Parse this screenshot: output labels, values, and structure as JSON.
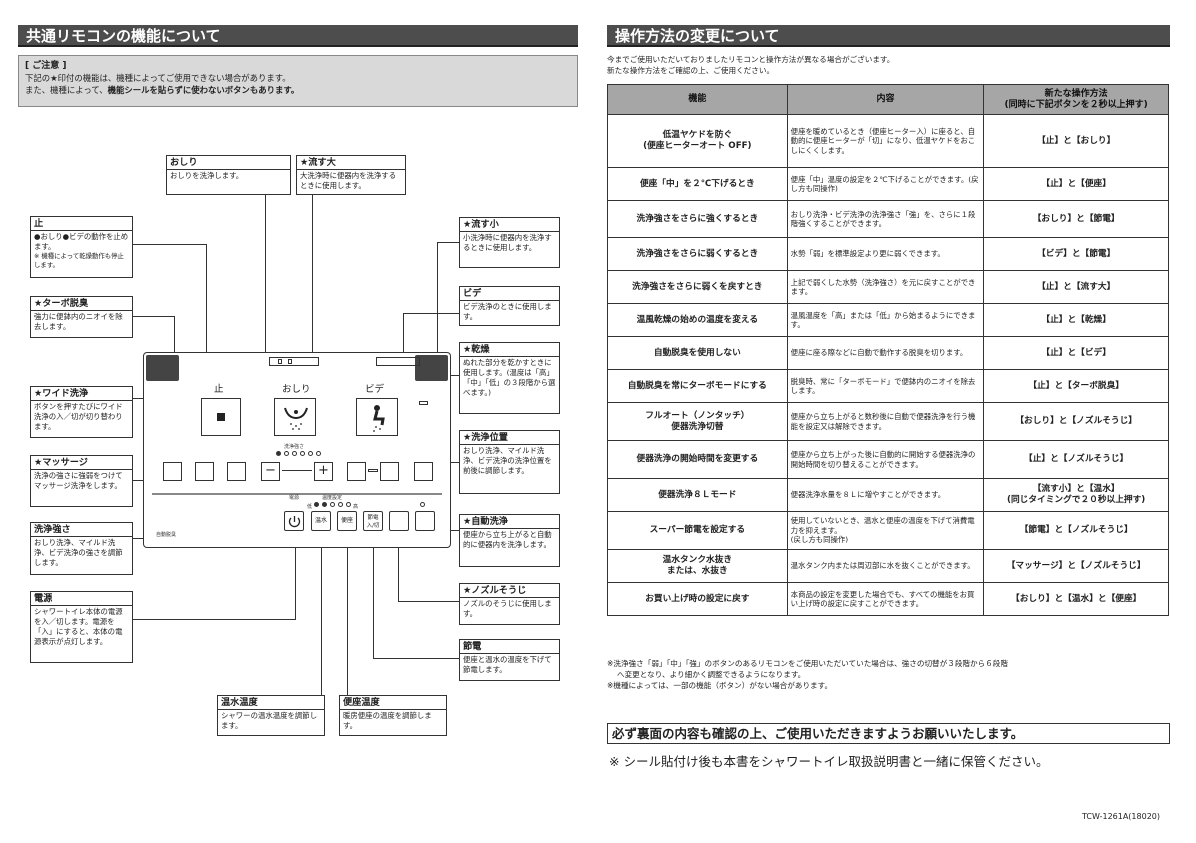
{
  "left": {
    "header": "共通リモコンの機能について",
    "notice": {
      "title": "[ ご注意 ]",
      "line1": "下記の★印付の機能は、機種によってご使用できない場合があります。",
      "line2_prefix": "また、機種によって、",
      "line2_bold": "機能シールを貼らずに使わないボタンもあります。"
    },
    "callouts": {
      "oshiri": {
        "title": "おしり",
        "text": "おしりを洗浄します。"
      },
      "nagasu_dai": {
        "title": "★流す大",
        "text": "大洗浄時に便器内を洗浄するときに使用します。"
      },
      "tome": {
        "title": "止",
        "text": "●おしり●ビデの動作を止めます。",
        "sub": "※ 機種によって乾燥動作も停止します。"
      },
      "nagasu_sho": {
        "title": "★流す小",
        "text": "小洗浄時に便器内を洗浄するときに使用します。"
      },
      "turbo": {
        "title": "★ターボ脱臭",
        "text": "強力に便鉢内のニオイを除去します。"
      },
      "bide": {
        "title": "ビデ",
        "text": "ビデ洗浄のときに使用します。"
      },
      "kanso": {
        "title": "★乾燥",
        "text": "ぬれた部分を乾かすときに使用します。(温度は「高」「中」「低」の３段階から選べます。)"
      },
      "wide": {
        "title": "★ワイド洗浄",
        "text": "ボタンを押すたびにワイド洗浄の入／切が切り替わります。"
      },
      "ichi": {
        "title": "★洗浄位置",
        "text": "おしり洗浄、マイルド洗浄、ビデ洗浄の洗浄位置を前後に調節します。"
      },
      "massage": {
        "title": "★マッサージ",
        "text": "洗浄の強さに強弱をつけてマッサージ洗浄をします。"
      },
      "jido": {
        "title": "★自動洗浄",
        "text": "便座から立ち上がると自動的に便器内を洗浄します。"
      },
      "tsuyosa": {
        "title": "洗浄強さ",
        "text": "おしり洗浄、マイルド洗浄、ビデ洗浄の強さを調節します。"
      },
      "nozzle": {
        "title": "★ノズルそうじ",
        "text": "ノズルのそうじに使用します。"
      },
      "dengen": {
        "title": "電源",
        "text": "シャワートイレ本体の電源を入／切します。電源を「入」にすると、本体の電源表示が点灯します。"
      },
      "setsuden": {
        "title": "節電",
        "text": "便座と温水の温度を下げて節電します。"
      },
      "onsui": {
        "title": "温水温度",
        "text": "シャワーの温水温度を調節します。"
      },
      "benza": {
        "title": "便座温度",
        "text": "暖房便座の温度を調節します。"
      }
    },
    "remote": {
      "stop_label": "止",
      "oshiri_label": "おしり",
      "bide_label": "ビデ",
      "strength_label": "洗浄強さ",
      "minus": "−",
      "plus": "+",
      "power_label": "電源",
      "temp_label": "温度設定",
      "low": "低",
      "high": "高",
      "auto_deodor": "自動脱臭",
      "btn_onsui": "温水",
      "btn_benza": "便座",
      "btn_setsuden": "節電\n入/切"
    }
  },
  "right": {
    "header": "操作方法の変更について",
    "intro1": "今までご使用いただいておりましたリモコンと操作方法が異なる場合がございます。",
    "intro2": "新たな操作方法をご確認の上、ご使用ください。",
    "table": {
      "headers": [
        "機能",
        "内容",
        "新たな操作方法\n(同時に下記ボタンを２秒以上押す)"
      ],
      "rows": [
        {
          "fn": "低温ヤケドを防ぐ\n(便座ヒーターオート OFF)",
          "ct": "便座を暖めているとき（便座ヒーター入）に座ると、自動的に便座ヒーターが「切」になり、低温ヤケドをおこしにくくします。",
          "op": "【止】と【おしり】"
        },
        {
          "fn": "便座「中」を２℃下げるとき",
          "ct": "便座「中」温度の設定を２℃下げることができます。(戻し方も同操作)",
          "op": "【止】と【便座】"
        },
        {
          "fn": "洗浄強さをさらに強くするとき",
          "ct": "おしり洗浄・ビデ洗浄の洗浄強さ「強」を、さらに１段階強くすることができます。",
          "op": "【おしり】と【節電】"
        },
        {
          "fn": "洗浄強さをさらに弱くするとき",
          "ct": "水勢「弱」を標準設定より更に弱くできます。",
          "op": "【ビデ】と【節電】"
        },
        {
          "fn": "洗浄強さをさらに弱くを戻すとき",
          "ct": "上記で弱くした水勢（洗浄強さ）を元に戻すことができます。",
          "op": "【止】と【流す大】"
        },
        {
          "fn": "温風乾燥の始めの温度を変える",
          "ct": "温風温度を「高」または「低」から始まるようにできます。",
          "op": "【止】と【乾燥】"
        },
        {
          "fn": "自動脱臭を使用しない",
          "ct": "便座に座る際などに自動で動作する脱臭を切ります。",
          "op": "【止】と【ビデ】"
        },
        {
          "fn": "自動脱臭を常にターボモードにする",
          "ct": "脱臭時、常に「ターボモード」で便鉢内のニオイを除去します。",
          "op": "【止】と【ターボ脱臭】"
        },
        {
          "fn": "フルオート（ノンタッチ）\n便器洗浄切替",
          "ct": "便座から立ち上がると数秒後に自動で便器洗浄を行う機能を設定又は解除できます。",
          "op": "【おしり】と【ノズルそうじ】"
        },
        {
          "fn": "便器洗浄の開始時間を変更する",
          "ct": "便座から立ち上がった後に自動的に開始する便器洗浄の開始時間を切り替えることができます。",
          "op": "【止】と【ノズルそうじ】"
        },
        {
          "fn": "便器洗浄８Ｌモード",
          "ct": "便器洗浄水量を８Ｌに増やすことができます。",
          "op": "【流す小】と【温水】\n(同じタイミングで２０秒以上押す)"
        },
        {
          "fn": "スーパー節電を設定する",
          "ct": "使用していないとき、温水と便座の温度を下げて消費電力を抑えます。\n(戻し方も同操作)",
          "op": "【節電】と【ノズルそうじ】"
        },
        {
          "fn": "温水タンク水抜き\nまたは、水抜き",
          "ct": "温水タンク内または周辺部に水を抜くことができます。",
          "op": "【マッサージ】と【ノズルそうじ】"
        },
        {
          "fn": "お買い上げ時の設定に戻す",
          "ct": "本商品の設定を変更した場合でも、すべての機能をお買い上げ時の設定に戻すことができます。",
          "op": "【おしり】と【温水】と【便座】"
        }
      ]
    },
    "note1a": "※洗浄強さ「弱」「中」「強」のボタンのあるリモコンをご使用いただいていた場合は、強さの切替が３段階から６段階",
    "note1b": "へ変更となり、より細かく調整できるようになります。",
    "note2": "※機種によっては、一部の機能（ボタン）がない場合があります。",
    "bottom_box": "必ず裏面の内容も確認の上、ご使用いただきますようお願いいたします。",
    "bottom_note": "※ シール貼付け後も本書をシャワートイレ取扱説明書と一緒に保管ください。",
    "code": "TCW-1261A(18020)"
  }
}
